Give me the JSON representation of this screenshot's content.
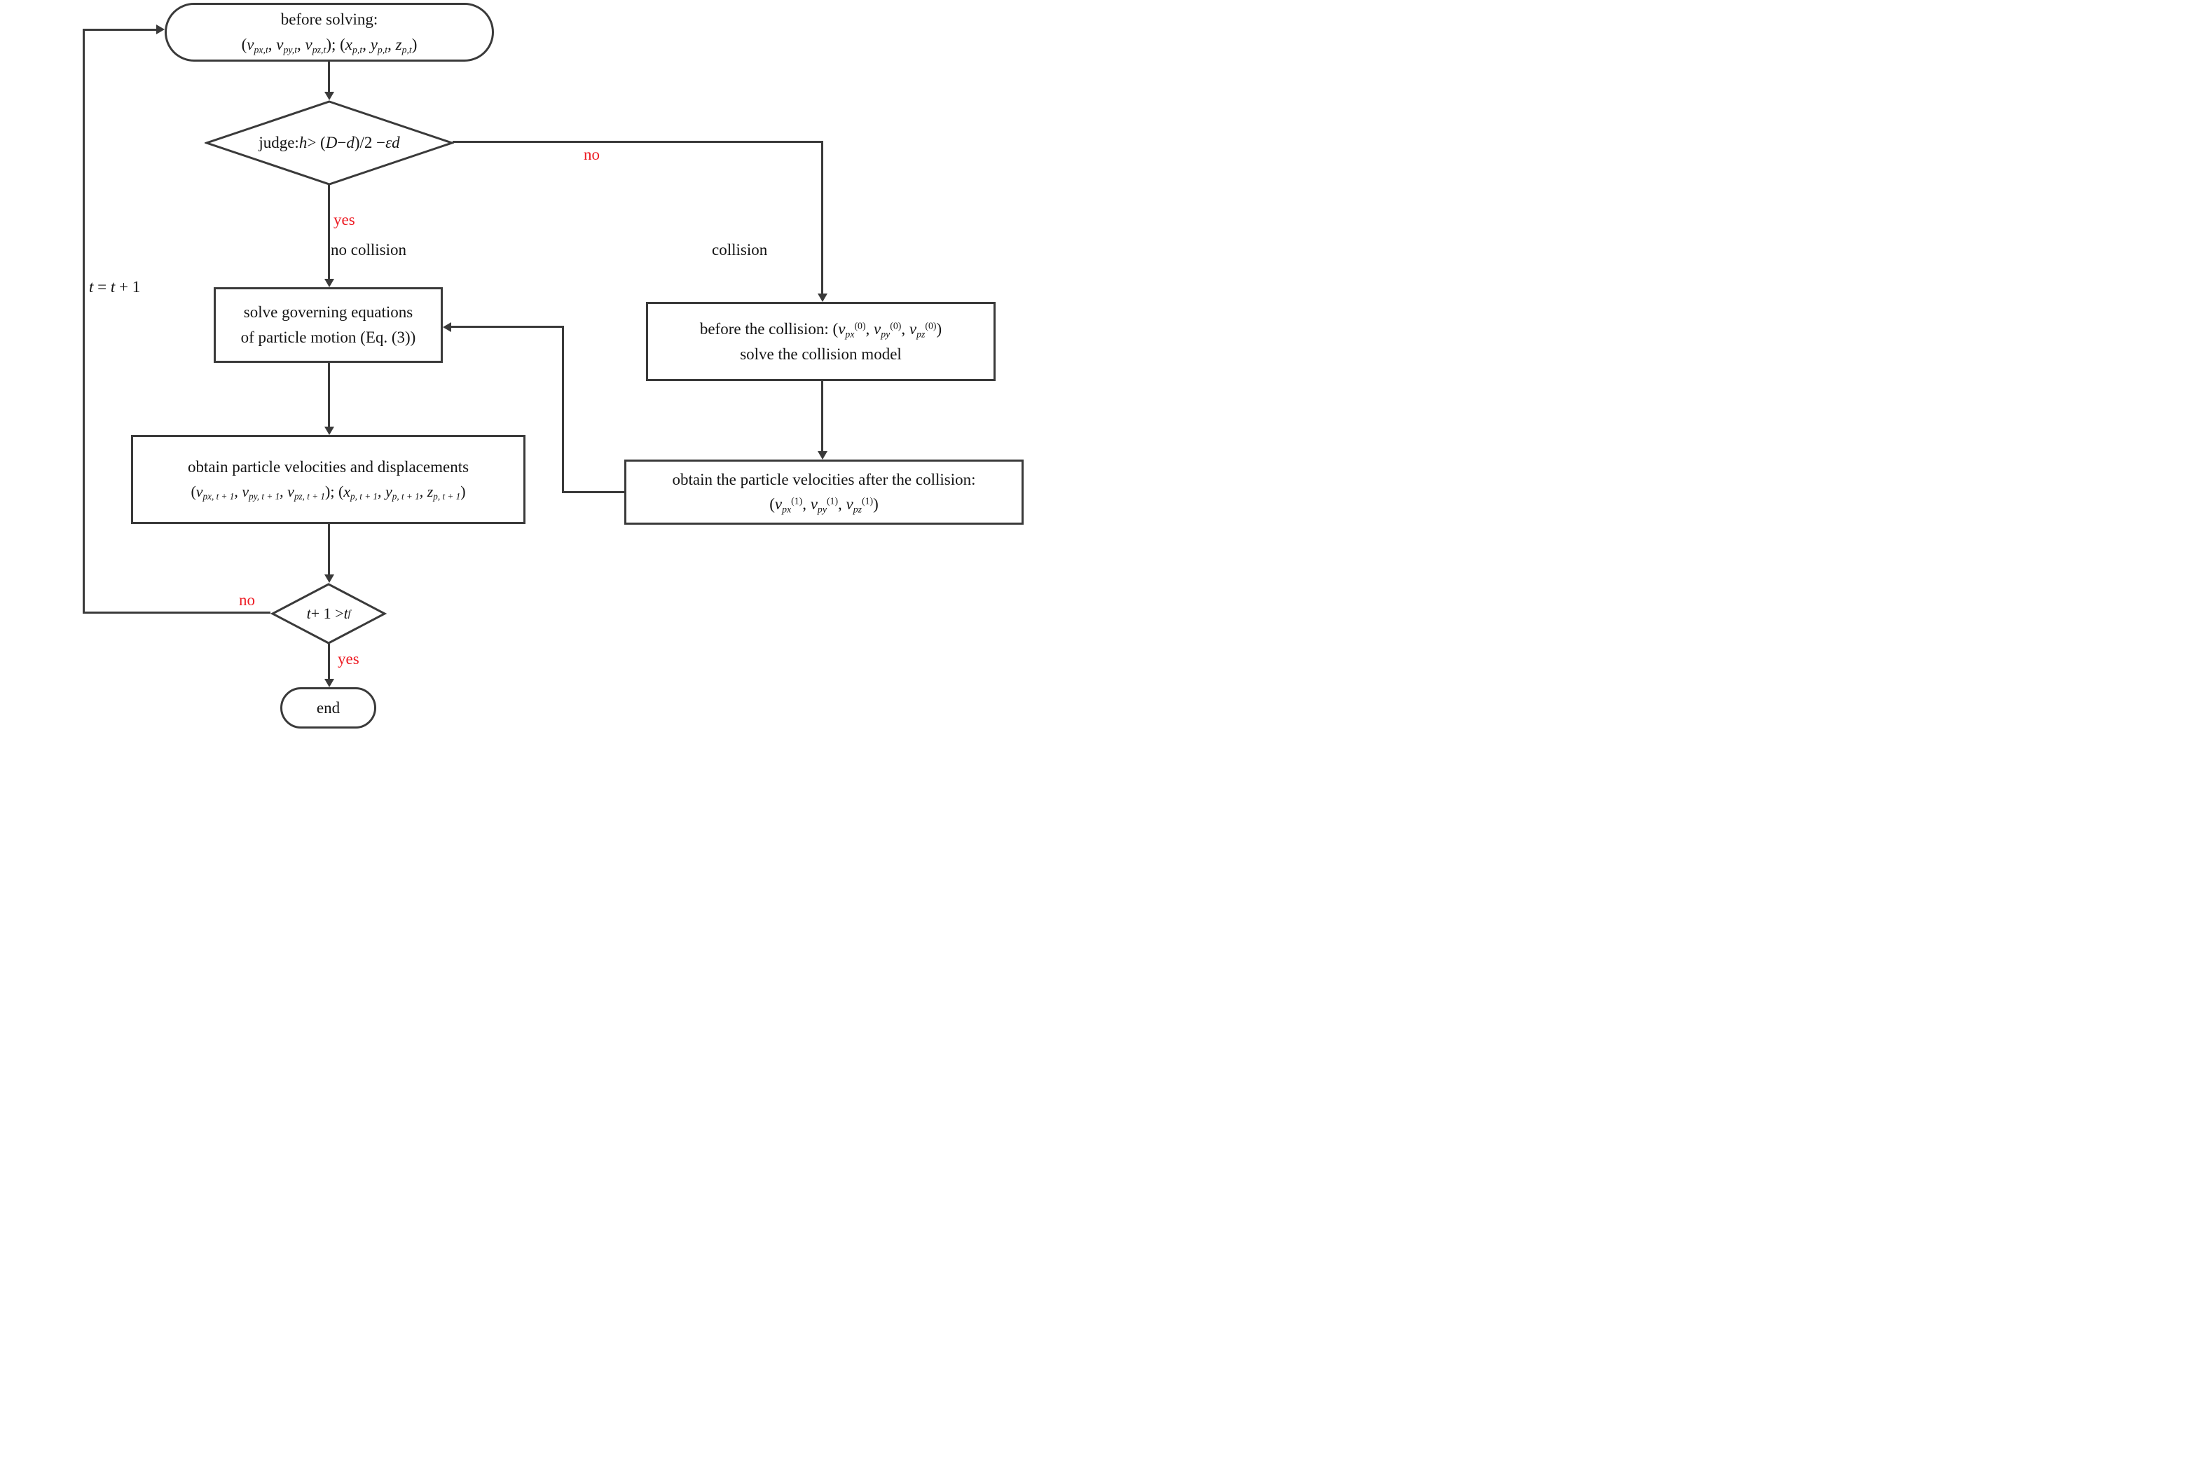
{
  "colors": {
    "line": "#3a3a3a",
    "text": "#151515",
    "red": "#ed1c24",
    "background": "#ffffff"
  },
  "nodes": {
    "start": {
      "title": "before solving:",
      "formula": [
        {
          "t": "("
        },
        {
          "t": "v",
          "f": "i"
        },
        {
          "t": "px,t",
          "f": "isub"
        },
        {
          "t": ", "
        },
        {
          "t": "v",
          "f": "i"
        },
        {
          "t": "py,t",
          "f": "isub"
        },
        {
          "t": ", "
        },
        {
          "t": "v",
          "f": "i"
        },
        {
          "t": "pz,t",
          "f": "isub"
        },
        {
          "t": "); ("
        },
        {
          "t": "x",
          "f": "i"
        },
        {
          "t": "p,t",
          "f": "isub"
        },
        {
          "t": ", "
        },
        {
          "t": "y",
          "f": "i"
        },
        {
          "t": "p,t",
          "f": "isub"
        },
        {
          "t": ", "
        },
        {
          "t": "z",
          "f": "i"
        },
        {
          "t": "p,t",
          "f": "isub"
        },
        {
          "t": ")"
        }
      ]
    },
    "judge": {
      "label": [
        {
          "t": "judge:"
        },
        {
          "t": "h",
          "f": "i"
        },
        {
          "t": " > ("
        },
        {
          "t": "D",
          "f": "i"
        },
        {
          "t": " − "
        },
        {
          "t": "d",
          "f": "i"
        },
        {
          "t": ")/2 − "
        },
        {
          "t": "εd",
          "f": "i"
        }
      ]
    },
    "solve": {
      "line1": "solve governing equations",
      "line2": "of particle motion (Eq. (3))"
    },
    "obtain": {
      "line1": "obtain particle velocities and displacements",
      "formula": [
        {
          "t": "("
        },
        {
          "t": "v",
          "f": "i"
        },
        {
          "t": "px, t + 1",
          "f": "isub"
        },
        {
          "t": ", "
        },
        {
          "t": "v",
          "f": "i"
        },
        {
          "t": "py, t + 1",
          "f": "isub"
        },
        {
          "t": ", "
        },
        {
          "t": "v",
          "f": "i"
        },
        {
          "t": "pz, t + 1",
          "f": "isub"
        },
        {
          "t": "); ("
        },
        {
          "t": "x",
          "f": "i"
        },
        {
          "t": "p, t + 1",
          "f": "isub"
        },
        {
          "t": ", "
        },
        {
          "t": "y",
          "f": "i"
        },
        {
          "t": "p, t + 1",
          "f": "isub"
        },
        {
          "t": ", "
        },
        {
          "t": "z",
          "f": "i"
        },
        {
          "t": "p, t + 1",
          "f": "isub"
        },
        {
          "t": ")"
        }
      ]
    },
    "collision_model": {
      "line1": [
        {
          "t": "before the collision: ("
        },
        {
          "t": "v",
          "f": "i"
        },
        {
          "t": "px",
          "f": "isub"
        },
        {
          "t": "(0)",
          "f": "sup"
        },
        {
          "t": ", "
        },
        {
          "t": "v",
          "f": "i"
        },
        {
          "t": "py",
          "f": "isub"
        },
        {
          "t": "(0)",
          "f": "sup"
        },
        {
          "t": ", "
        },
        {
          "t": "v",
          "f": "i"
        },
        {
          "t": "pz",
          "f": "isub"
        },
        {
          "t": "(0)",
          "f": "sup"
        },
        {
          "t": ")"
        }
      ],
      "line2": "solve the collision model"
    },
    "after_collision": {
      "line1": "obtain the particle velocities after the collision:",
      "formula": [
        {
          "t": "("
        },
        {
          "t": "v",
          "f": "i"
        },
        {
          "t": "px",
          "f": "isub"
        },
        {
          "t": "(1)",
          "f": "sup"
        },
        {
          "t": ", "
        },
        {
          "t": "v",
          "f": "i"
        },
        {
          "t": "py",
          "f": "isub"
        },
        {
          "t": "(1)",
          "f": "sup"
        },
        {
          "t": ", "
        },
        {
          "t": "v",
          "f": "i"
        },
        {
          "t": "pz",
          "f": "isub"
        },
        {
          "t": "(1)",
          "f": "sup"
        },
        {
          "t": ")"
        }
      ]
    },
    "loop_check": {
      "label": [
        {
          "t": "t",
          "f": "i"
        },
        {
          "t": " + 1 > "
        },
        {
          "t": "t",
          "f": "i"
        },
        {
          "t": "f",
          "f": "isub"
        }
      ]
    },
    "end": {
      "label": "end"
    }
  },
  "edge_labels": {
    "yes_top": "yes",
    "no_collision": "no collision",
    "no_top": "no",
    "collision": "collision",
    "increment": [
      {
        "t": "t",
        "f": "i"
      },
      {
        "t": " = "
      },
      {
        "t": "t",
        "f": "i"
      },
      {
        "t": " + 1"
      }
    ],
    "no_bottom": "no",
    "yes_bottom": "yes"
  }
}
